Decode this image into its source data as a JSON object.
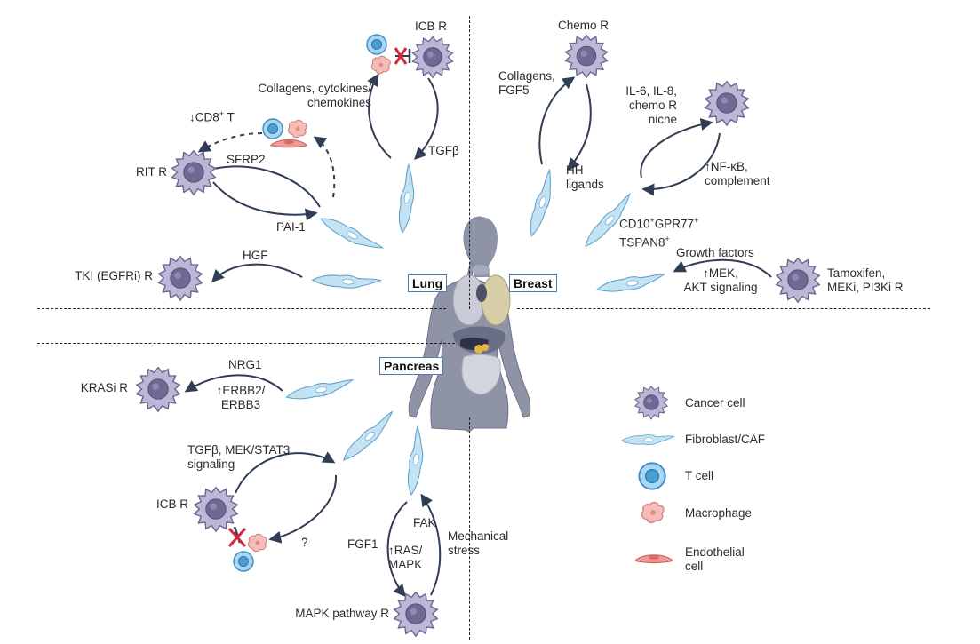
{
  "organs": {
    "lung": "Lung",
    "breast": "Breast",
    "pancreas": "Pancreas"
  },
  "lung": {
    "icb_r": "ICB R",
    "collagens": [
      "Collagens, cytokines/",
      "chemokines"
    ],
    "tgfb": "TGFβ",
    "cd8_prefix": "↓CD8",
    "cd8_sup": "+",
    "cd8_suffix": " T",
    "sfrp2": "SFRP2",
    "rit_r": "RIT R",
    "pai1": "PAI-1",
    "hgf": "HGF",
    "tki_r": "TKI (EGFRi) R"
  },
  "breast": {
    "chemo_r": "Chemo R",
    "collagens_fgf5": [
      "Collagens,",
      "FGF5"
    ],
    "hh_ligands": [
      "HH",
      "ligands"
    ],
    "il6": [
      "IL-6, IL-8,",
      "chemo R",
      "niche"
    ],
    "nfkb": [
      "↑NF-κB,",
      "complement"
    ],
    "cd10": "CD10",
    "gpr77": "GPR77",
    "tspan8": "TSPAN8",
    "plus": "+",
    "growth_factors": "Growth factors",
    "mek_akt": [
      "↑MEK,",
      "AKT signaling"
    ],
    "tamoxifen": [
      "Tamoxifen,",
      "MEKi, PI3Ki R"
    ]
  },
  "pancreas": {
    "nrg1": "NRG1",
    "erbb": [
      "↑ERBB2/",
      "ERBB3"
    ],
    "krasi_r": "KRASi R",
    "tgfb_mek": [
      "TGFβ, MEK/STAT3",
      "signaling"
    ],
    "icb_r": "ICB R",
    "question": "?",
    "fak": "FAK",
    "fgf1": "FGF1",
    "ras_mapk": [
      "↑RAS/",
      "MAPK"
    ],
    "mechanical": [
      "Mechanical",
      "stress"
    ],
    "mapk_r": "MAPK pathway R"
  },
  "legend": {
    "cancer": "Cancer cell",
    "fibroblast": "Fibroblast/CAF",
    "tcell": "T cell",
    "macrophage": "Macrophage",
    "endothelial": [
      "Endothelial",
      "cell"
    ]
  },
  "colors": {
    "cancer_fill": "#a8a3c4",
    "cancer_core": "#6f6a93",
    "fibroblast": "#bfe0f3",
    "fibroblast_edge": "#6aa9d0",
    "tcell": "#9fd0ee",
    "macrophage": "#f4b8b3",
    "endothelial": "#ee9a94",
    "arrow": "#2f3d55",
    "body": "#8f93a6",
    "inhibit": "#d2283c"
  }
}
